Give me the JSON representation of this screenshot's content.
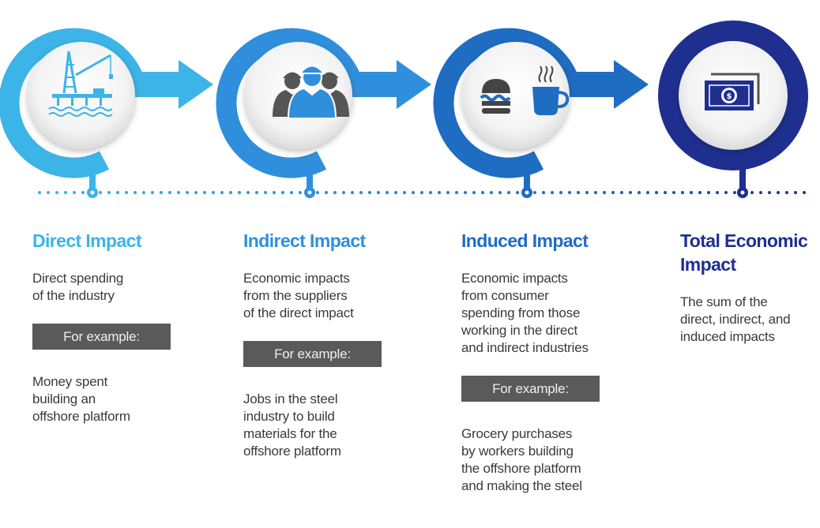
{
  "colors": {
    "step1": "#3cb4e8",
    "step2": "#2f8fdc",
    "step3": "#1f6cc3",
    "step4": "#1e2f8f",
    "badge_bg": "#5a5a5a",
    "dots": "#2a8fd8"
  },
  "steps": [
    {
      "title": "Direct Impact",
      "description": "Direct spending\nof the industry",
      "example_label": "For example:",
      "example": "Money spent\nbuilding an\noffshore platform",
      "icon": "offshore-platform-icon"
    },
    {
      "title": "Indirect Impact",
      "description": "Economic impacts\nfrom the suppliers\nof the direct impact",
      "example_label": "For example:",
      "example": "Jobs in the steel\nindustry to build\nmaterials for the\noffshore platform",
      "icon": "workers-icon"
    },
    {
      "title": "Induced Impact",
      "description": "Economic impacts\nfrom consumer\nspending from those\nworking in the direct\nand indirect industries",
      "example_label": "For example:",
      "example": "Grocery purchases\nby workers building\nthe offshore platform\nand making the steel",
      "icon": "burger-coffee-icon"
    },
    {
      "title": "Total Economic\nImpact",
      "description": "The sum of the\ndirect, indirect, and\ninduced impacts",
      "icon": "money-icon"
    }
  ]
}
